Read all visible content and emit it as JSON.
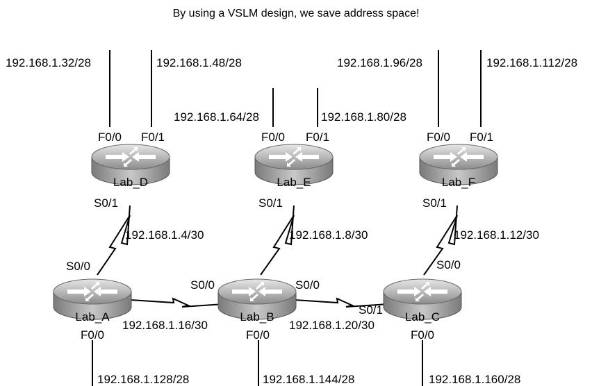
{
  "title": "By using a VSLM design, we save address space!",
  "routers": {
    "lab_a": {
      "name": "Lab_A",
      "s0": "S0/0",
      "f0": "F0/0"
    },
    "lab_b": {
      "name": "Lab_B",
      "s0_left": "S0/0",
      "s0_right": "S0/0",
      "f0": "F0/0"
    },
    "lab_c": {
      "name": "Lab_C",
      "s1": "S0/1",
      "s0": "S0/0",
      "f0": "F0/0"
    },
    "lab_d": {
      "name": "Lab_D",
      "f0": "F0/0",
      "f1": "F0/1",
      "s1": "S0/1"
    },
    "lab_e": {
      "name": "Lab_E",
      "f0": "F0/0",
      "f1": "F0/1",
      "s1": "S0/1"
    },
    "lab_f": {
      "name": "Lab_F",
      "f0": "F0/0",
      "f1": "F0/1",
      "s1": "S0/1"
    }
  },
  "networks": {
    "d_f0": "192.168.1.32/28",
    "d_f1": "192.168.1.48/28",
    "e_f0": "192.168.1.64/28",
    "e_f1": "192.168.1.80/28",
    "f_f0": "192.168.1.96/28",
    "f_f1": "192.168.1.112/28",
    "a_d": "192.168.1.4/30",
    "b_e": "192.168.1.8/30",
    "c_f": "192.168.1.12/30",
    "a_b": "192.168.1.16/30",
    "b_c": "192.168.1.20/30",
    "a_lan": "192.168.1.128/28",
    "b_lan": "192.168.1.144/28",
    "c_lan": "192.168.1.160/28"
  }
}
